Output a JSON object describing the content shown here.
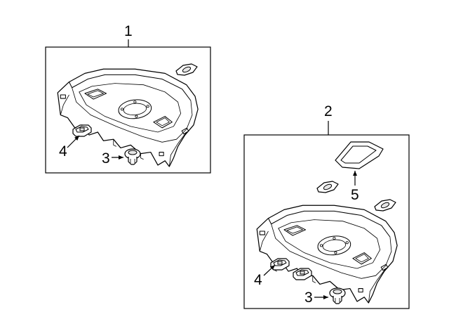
{
  "callouts": {
    "c1": "1",
    "c2": "2",
    "c3a": "3",
    "c3b": "3",
    "c4a": "4",
    "c4b": "4",
    "c5": "5"
  },
  "parts": [
    {
      "id": "1",
      "icon": "package-tray-panel"
    },
    {
      "id": "2",
      "icon": "package-tray-assembly"
    },
    {
      "id": "3",
      "icon": "push-pin-clip"
    },
    {
      "id": "4",
      "icon": "retainer-bracket"
    },
    {
      "id": "5",
      "icon": "speaker-grille-cover"
    }
  ]
}
